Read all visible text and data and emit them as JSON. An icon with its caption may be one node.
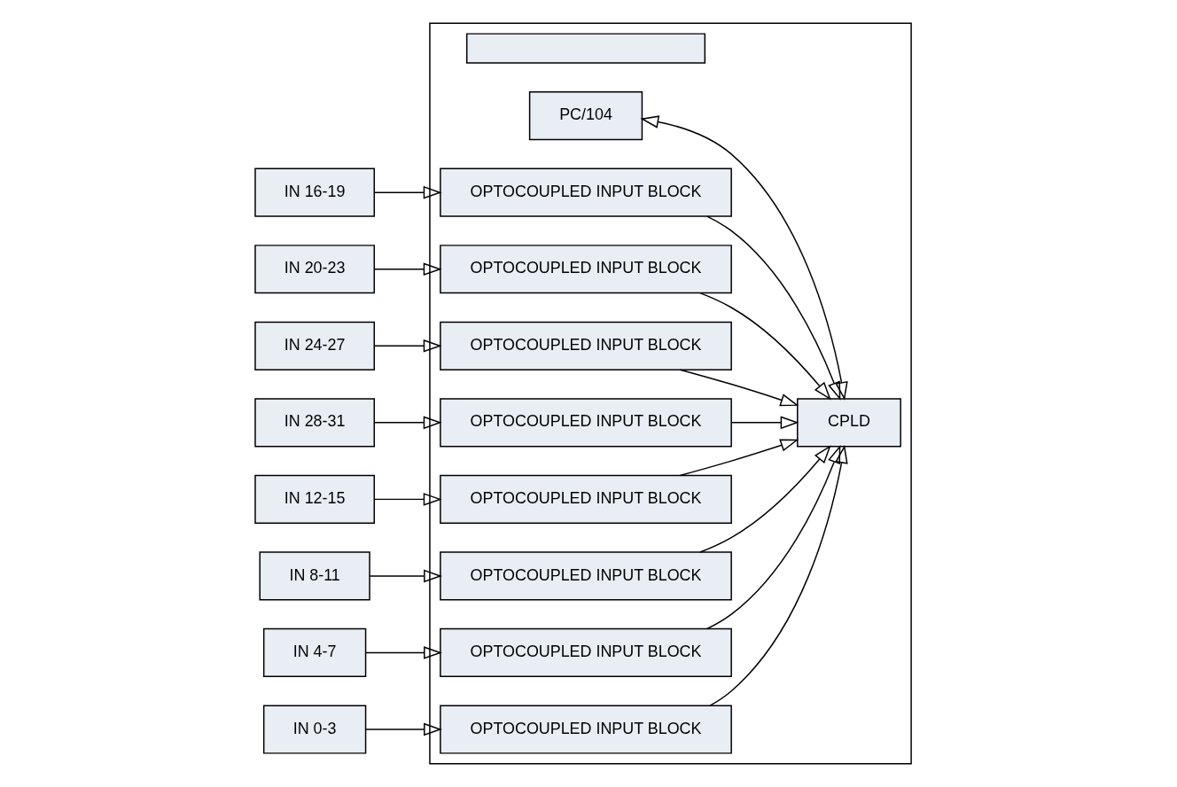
{
  "diagram": {
    "nodes": [
      {
        "text": [],
        "shape": "box"
      },
      {
        "text": [],
        "shape": "box",
        "in": 0
      },
      {
        "text": [
          "PC/104"
        ],
        "in": 0
      },
      {
        "text": [
          "CPLD"
        ],
        "in": 0
      },
      {
        "text": [
          "IN 16-19"
        ]
      },
      {
        "text": [
          "OPTOCOUPLED INPUT BLOCK"
        ],
        "in": 0
      },
      {
        "text": [
          "IN 20-23"
        ]
      },
      {
        "text": [
          "OPTOCOUPLED INPUT BLOCK"
        ],
        "in": 0
      },
      {
        "text": [
          "IN 24-27"
        ]
      },
      {
        "text": [
          "OPTOCOUPLED INPUT BLOCK"
        ],
        "in": 0
      },
      {
        "text": [
          "IN 28-31"
        ]
      },
      {
        "text": [
          "OPTOCOUPLED INPUT BLOCK"
        ],
        "in": 0
      },
      {
        "text": [
          "IN 12-15"
        ]
      },
      {
        "text": [
          "OPTOCOUPLED INPUT BLOCK"
        ],
        "in": 0
      },
      {
        "text": [
          "IN 8-11"
        ]
      },
      {
        "text": [
          "OPTOCOUPLED INPUT BLOCK"
        ],
        "in": 0
      },
      {
        "text": [
          "IN 4-7"
        ]
      },
      {
        "text": [
          "OPTOCOUPLED INPUT BLOCK"
        ],
        "in": 0
      },
      {
        "text": [
          "IN 0-3"
        ]
      },
      {
        "text": [
          "OPTOCOUPLED INPUT BLOCK"
        ],
        "in": 0
      }
    ],
    "edges": [
      {
        "from": 2,
        "to": 3,
        "arrow": "both"
      },
      {
        "from": 4,
        "to": 5,
        "arrow": "to"
      },
      {
        "from": 6,
        "to": 7,
        "arrow": "to"
      },
      {
        "from": 8,
        "to": 9,
        "arrow": "to"
      },
      {
        "from": 10,
        "to": 11,
        "arrow": "to"
      },
      {
        "from": 5,
        "to": 3,
        "arrow": "to"
      },
      {
        "from": 7,
        "to": 3,
        "arrow": "to"
      },
      {
        "from": 9,
        "to": 3,
        "arrow": "to"
      },
      {
        "from": 11,
        "to": 3,
        "arrow": "to"
      },
      {
        "from": 12,
        "to": 13,
        "arrow": "to"
      },
      {
        "from": 14,
        "to": 15,
        "arrow": "to"
      },
      {
        "from": 16,
        "to": 17,
        "arrow": "to"
      },
      {
        "from": 18,
        "to": 19,
        "arrow": "to"
      },
      {
        "from": 13,
        "to": 3,
        "arrow": "to"
      },
      {
        "from": 15,
        "to": 3,
        "arrow": "to"
      },
      {
        "from": 17,
        "to": 3,
        "arrow": "to"
      },
      {
        "from": 19,
        "to": 3,
        "arrow": "to"
      }
    ]
  }
}
